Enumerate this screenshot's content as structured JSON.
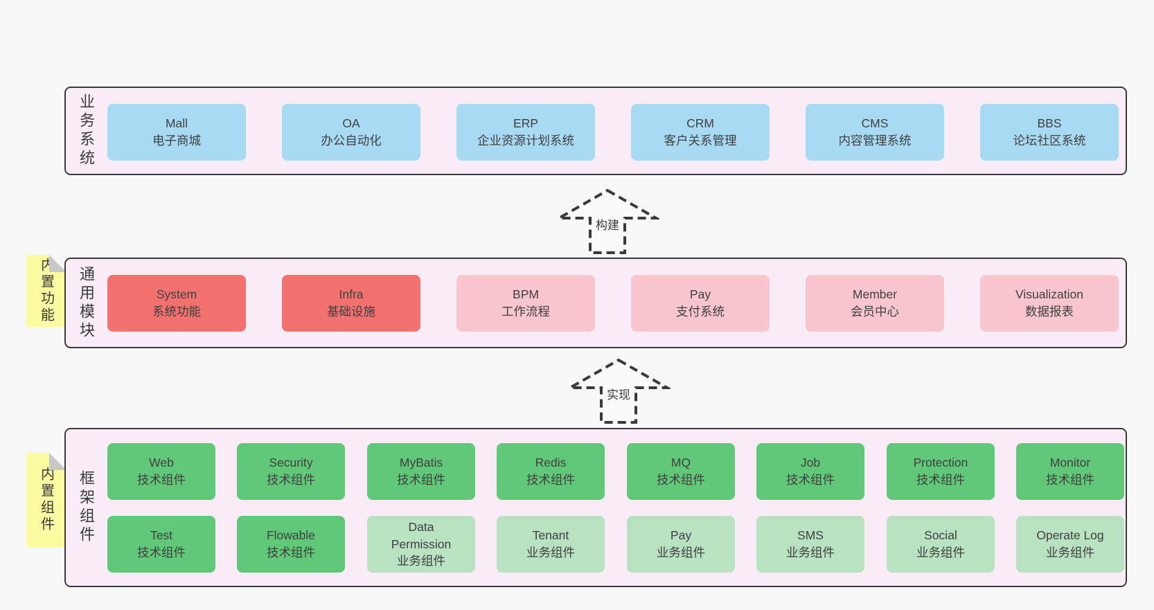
{
  "colors": {
    "page_bg": "#f8f8f8",
    "layer_bg": "#f8edf6",
    "layer_border": "#3a3a3a",
    "blue_box": "#a8dbf3",
    "red_box": "#f3716e",
    "pink_box": "#f9c5cf",
    "green_box": "#61c879",
    "light_green_box": "#b8e2c1",
    "sticky_tab": "#fbfba2",
    "fold_gray": "#c8c8c8",
    "text": "#3f3f3f"
  },
  "arrows": [
    {
      "label": "构建"
    },
    {
      "label": "实现"
    }
  ],
  "layers": [
    {
      "label": "业务系统",
      "boxes": [
        {
          "name": "Mall",
          "desc": "电子商城"
        },
        {
          "name": "OA",
          "desc": "办公自动化"
        },
        {
          "name": "ERP",
          "desc": "企业资源计划系统"
        },
        {
          "name": "CRM",
          "desc": "客户关系管理"
        },
        {
          "name": "CMS",
          "desc": "内容管理系统"
        },
        {
          "name": "BBS",
          "desc": "论坛社区系统"
        }
      ]
    },
    {
      "label": "通用模块",
      "tab": "内置功能",
      "boxes": [
        {
          "name": "System",
          "desc": "系统功能"
        },
        {
          "name": "Infra",
          "desc": "基础设施"
        },
        {
          "name": "BPM",
          "desc": "工作流程"
        },
        {
          "name": "Pay",
          "desc": "支付系统"
        },
        {
          "name": "Member",
          "desc": "会员中心"
        },
        {
          "name": "Visualization",
          "desc": "数据报表"
        }
      ]
    },
    {
      "label": "框架组件",
      "tab": "内置组件",
      "rows": [
        [
          {
            "name": "Web",
            "desc": "技术组件"
          },
          {
            "name": "Security",
            "desc": "技术组件"
          },
          {
            "name": "MyBatis",
            "desc": "技术组件"
          },
          {
            "name": "Redis",
            "desc": "技术组件"
          },
          {
            "name": "MQ",
            "desc": "技术组件"
          },
          {
            "name": "Job",
            "desc": "技术组件"
          },
          {
            "name": "Protection",
            "desc": "技术组件"
          },
          {
            "name": "Monitor",
            "desc": "技术组件"
          }
        ],
        [
          {
            "name": "Test",
            "desc": "技术组件"
          },
          {
            "name": "Flowable",
            "desc": "技术组件"
          },
          {
            "name": "Data Permission",
            "desc": "业务组件"
          },
          {
            "name": "Tenant",
            "desc": "业务组件"
          },
          {
            "name": "Pay",
            "desc": "业务组件"
          },
          {
            "name": "SMS",
            "desc": "业务组件"
          },
          {
            "name": "Social",
            "desc": "业务组件"
          },
          {
            "name": "Operate Log",
            "desc": "业务组件"
          }
        ]
      ]
    }
  ]
}
